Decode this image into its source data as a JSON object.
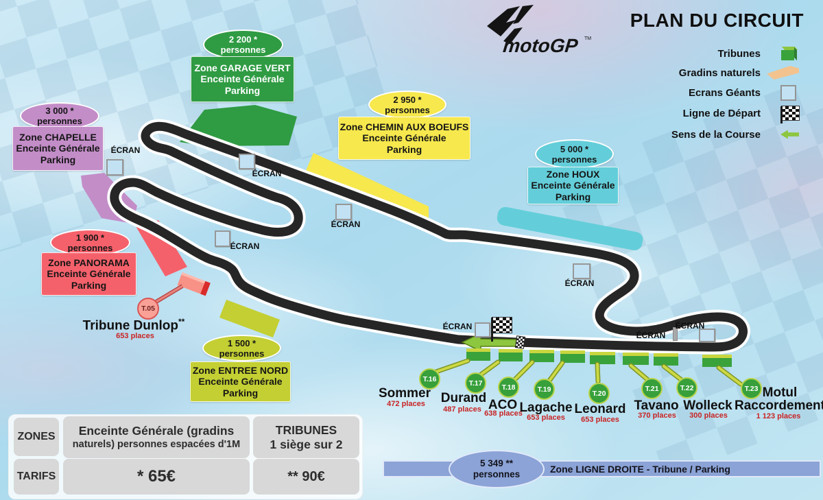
{
  "header": {
    "title": "PLAN DU CIRCUIT",
    "logo": "motoGP",
    "logo_tm": "TM"
  },
  "legend": {
    "tribunes": "Tribunes",
    "gradins": "Gradins naturels",
    "ecrans": "Ecrans Géants",
    "ligne_depart": "Ligne de Départ",
    "sens": "Sens de la Course"
  },
  "screen_label": "ÉCRAN",
  "zones": {
    "chapelle": {
      "capacity": "3 000 *",
      "persons": "personnes",
      "name": "Zone CHAPELLE",
      "line2": "Enceinte Générale",
      "line3": "Parking",
      "color": "#c38dc8"
    },
    "garage_vert": {
      "capacity": "2 200 *",
      "persons": "personnes",
      "name": "Zone GARAGE VERT",
      "line2": "Enceinte Générale",
      "line3": "Parking",
      "color": "#2f9b43"
    },
    "chemin_aux_boeufs": {
      "capacity": "2 950 *",
      "persons": "personnes",
      "name": "Zone CHEMIN AUX BOEUFS",
      "line2": "Enceinte Générale",
      "line3": "Parking",
      "color": "#f6e84d"
    },
    "houx": {
      "capacity": "5 000 *",
      "persons": "personnes",
      "name": "Zone HOUX",
      "line2": "Enceinte Générale",
      "line3": "Parking",
      "color": "#63ced9"
    },
    "panorama": {
      "capacity": "1 900 *",
      "persons": "personnes",
      "name": "Zone PANORAMA",
      "line2": "Enceinte Générale",
      "line3": "Parking",
      "color": "#f5616b"
    },
    "entree_nord": {
      "capacity": "1 500 *",
      "persons": "personnes",
      "name": "Zone ENTREE NORD",
      "line2": "Enceinte Générale",
      "line3": "Parking",
      "color": "#c3cf33"
    },
    "ligne_droite": {
      "capacity": "5 349 **",
      "persons": "personnes",
      "label": "Zone LIGNE DROITE - Tribune / Parking",
      "color": "#8ba3d6"
    }
  },
  "tribune_dunlop": {
    "badge": "T.05",
    "name": "Tribune Dunlop",
    "stars": "**",
    "places": "653 places"
  },
  "tribunes": [
    {
      "badge": "T.16",
      "name": "Sommer",
      "places": "472 places"
    },
    {
      "badge": "T.17",
      "name": "Durand",
      "places": "487 places"
    },
    {
      "badge": "T.18",
      "name": "ACO",
      "places": "638 places"
    },
    {
      "badge": "T.19",
      "name": "Lagache",
      "places": "653 places"
    },
    {
      "badge": "T.20",
      "name": "Leonard",
      "places": "653 places"
    },
    {
      "badge": "T.21",
      "name": "Tavano",
      "places": "370 places"
    },
    {
      "badge": "T.22",
      "name": "Wolleck",
      "places": "300 places"
    },
    {
      "badge": "T.23",
      "name": "Motul",
      "name2": "Raccordement",
      "places": "1 123 places"
    }
  ],
  "pricing": {
    "zones_header": "ZONES",
    "tarifs_header": "TARIFS",
    "col1_line1": "Enceinte Générale (gradins",
    "col1_line2": "naturels) personnes espacées d'1M",
    "col2_line1": "TRIBUNES",
    "col2_line2": "1 siège sur 2",
    "tarif1": "* 65€",
    "tarif2": "** 90€"
  }
}
